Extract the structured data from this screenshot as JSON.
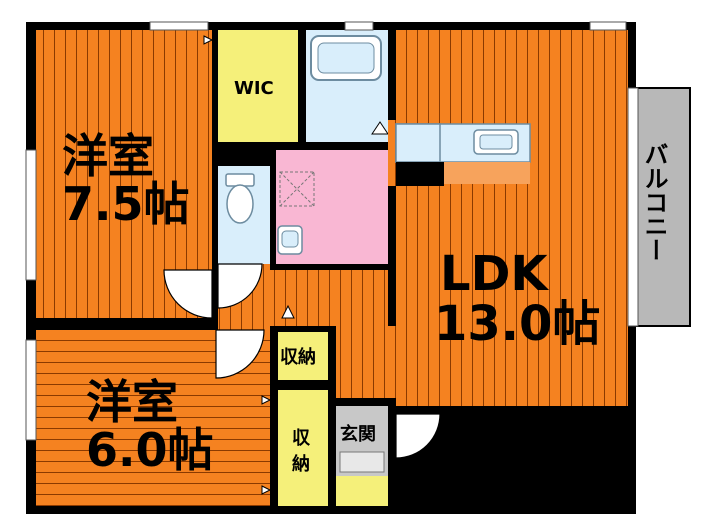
{
  "rooms": {
    "western_room_1": {
      "name": "洋室",
      "size": "7.5帖"
    },
    "western_room_2": {
      "name": "洋室",
      "size": "6.0帖"
    },
    "ldk": {
      "name": "LDK",
      "size": "13.0帖"
    },
    "wic": {
      "label": "WIC"
    },
    "storage_1": {
      "label": "収納"
    },
    "storage_2": {
      "label_line1": "収",
      "label_line2": "納"
    },
    "entrance": {
      "label": "玄関"
    },
    "balcony": {
      "label": "バルコニー"
    }
  },
  "colors": {
    "floor_wood": "#f58220",
    "floor_line": "#8b3a00",
    "storage": "#f5f07a",
    "wet_area": "#d9eefb",
    "toilet_area": "#f9b7d3",
    "balcony": "#b8b8b8",
    "entrance": "#c8c8c8",
    "wall": "#000000"
  }
}
